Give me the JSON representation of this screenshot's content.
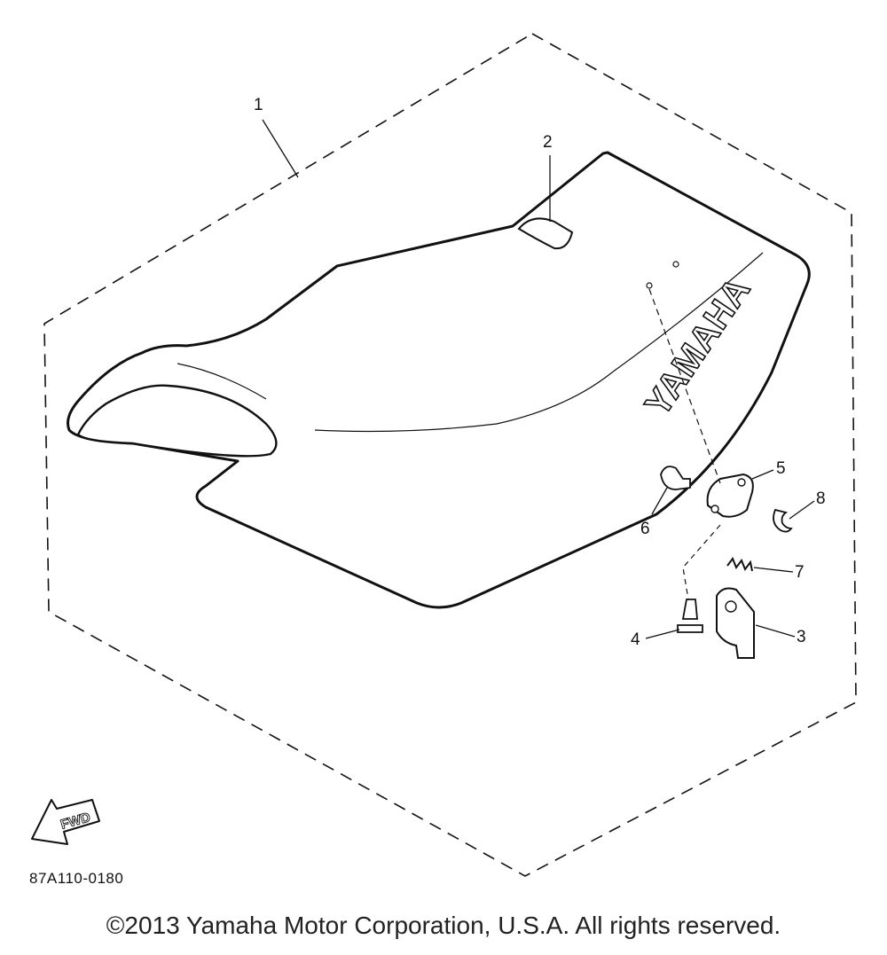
{
  "diagram": {
    "callouts": {
      "c1": "1",
      "c2": "2",
      "c3": "3",
      "c4": "4",
      "c5": "5",
      "c6": "6",
      "c7": "7",
      "c8": "8"
    },
    "seat_brand": "YAMAHA",
    "fwd_label": "FWD",
    "reference_code": "87A110-0180"
  },
  "footer": {
    "copyright": "©2013 Yamaha Motor Corporation, U.S.A. All rights reserved."
  },
  "colors": {
    "line": "#111111",
    "background": "#ffffff"
  }
}
